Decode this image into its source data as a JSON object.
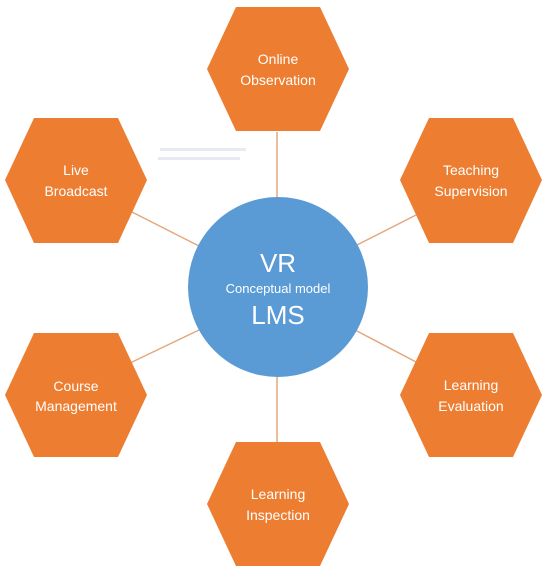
{
  "colors": {
    "hexagon_fill": "#ed7d31",
    "center_fill": "#5b9bd5",
    "connector": "#e4a77c",
    "text": "#ffffff"
  },
  "center": {
    "line1": "VR",
    "line2": "Conceptual model",
    "line3": "LMS"
  },
  "nodes": [
    {
      "id": "online-observation",
      "lines": [
        "Online",
        "Observation"
      ]
    },
    {
      "id": "teaching-supervision",
      "lines": [
        "Teaching",
        "Supervision"
      ]
    },
    {
      "id": "learning-evaluation",
      "lines": [
        "Learning",
        "Evaluation"
      ]
    },
    {
      "id": "learning-inspection",
      "lines": [
        "Learning",
        "Inspection"
      ]
    },
    {
      "id": "course-management",
      "lines": [
        "Course",
        "Management"
      ]
    },
    {
      "id": "live-broadcast",
      "lines": [
        "Live",
        "Broadcast"
      ]
    }
  ]
}
